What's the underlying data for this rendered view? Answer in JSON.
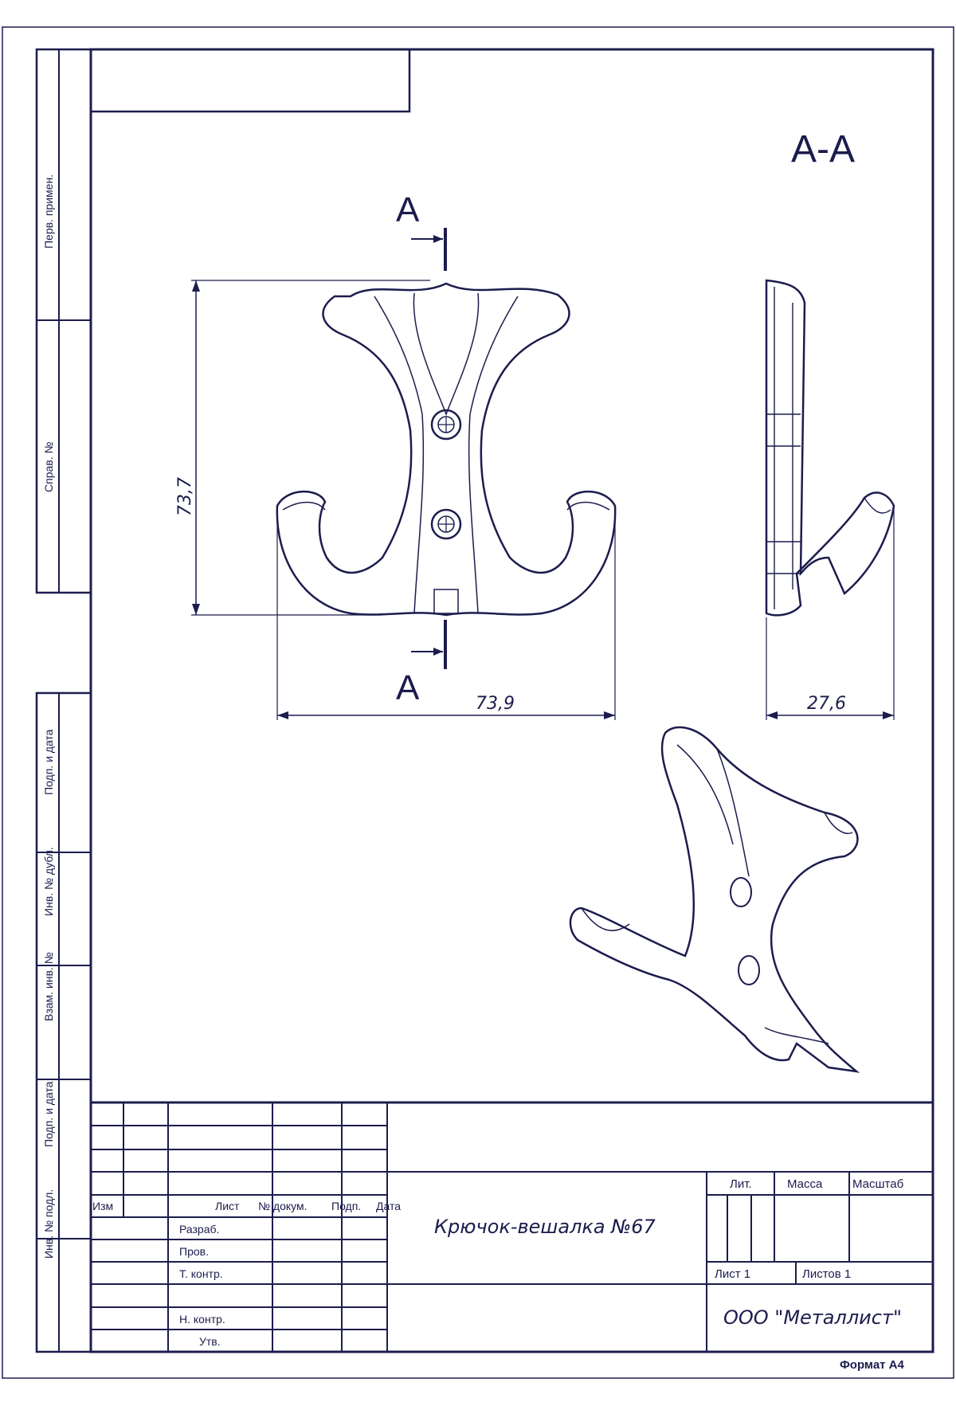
{
  "colors": {
    "line": "#1c1c4e",
    "paper": "#ffffff"
  },
  "side_strip": {
    "upper": [
      "Перв. примен.",
      "Справ. №"
    ],
    "lower": [
      "Подп. и дата",
      "Инв. № дубл.",
      "Взам. инв. №",
      "Подп. и дата",
      "Инв. № подл."
    ]
  },
  "views": {
    "section_title": "A-A",
    "section_mark_top": "A",
    "section_mark_bottom": "A",
    "dim_height": "73,7",
    "dim_width": "73,9",
    "dim_depth": "27,6"
  },
  "title_block": {
    "headers": {
      "izm": "Изм",
      "list": "Лист",
      "ndoc": "№ докум.",
      "podp": "Подп.",
      "data": "Дата"
    },
    "roles": {
      "razrab": "Разраб.",
      "prov": "Пров.",
      "tkontr": "Т. контр.",
      "nkontr": "Н. контр.",
      "utv": "Утв."
    },
    "name": "Крючок-вешалка №67",
    "lit": "Лит.",
    "massa": "Масса",
    "masshtab": "Масштаб",
    "sheet": "Лист 1",
    "sheets": "Листов 1",
    "company": "ООО \"Металлист\"",
    "format": "Формат А4"
  }
}
